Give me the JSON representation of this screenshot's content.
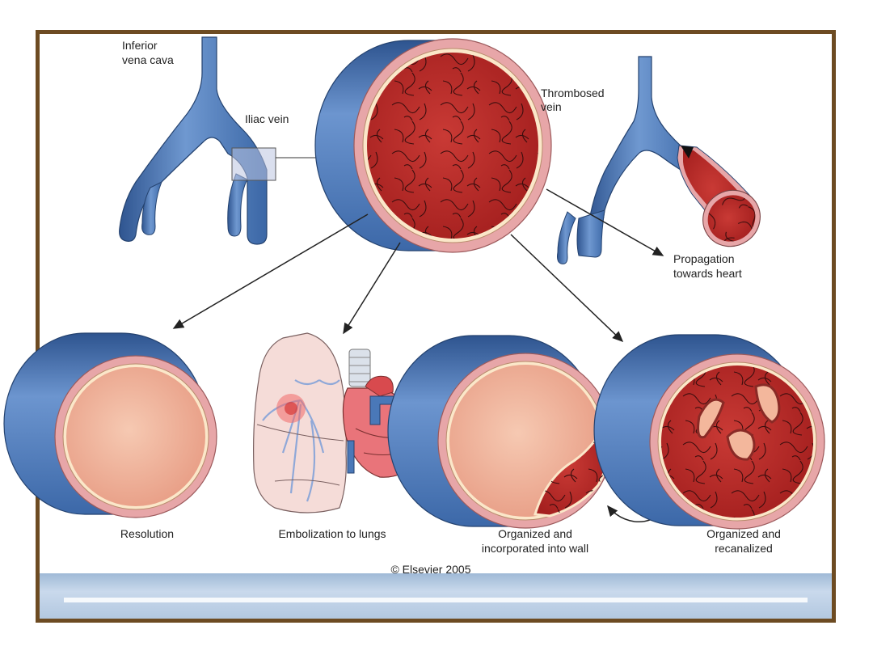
{
  "labels": {
    "inferior_vena_cava_1": "Inferior",
    "inferior_vena_cava_2": "vena cava",
    "iliac_vein": "Iliac vein",
    "thrombosed_vein_1": "Thrombosed",
    "thrombosed_vein_2": "vein",
    "propagation_1": "Propagation",
    "propagation_2": "towards heart",
    "resolution": "Resolution",
    "embolization": "Embolization to lungs",
    "organized_wall_1": "Organized and",
    "organized_wall_2": "incorporated into wall",
    "organized_recanal_1": "Organized and",
    "organized_recanal_2": "recanalized"
  },
  "copyright": "© Elsevier 2005",
  "colors": {
    "vein_blue": "#4a78b8",
    "vein_blue_dark": "#2f5590",
    "clot_red": "#b5282b",
    "lumen_peach": "#f0b49a",
    "wall_pink": "#e7a6a8",
    "frame_brown": "#6d4b22"
  }
}
